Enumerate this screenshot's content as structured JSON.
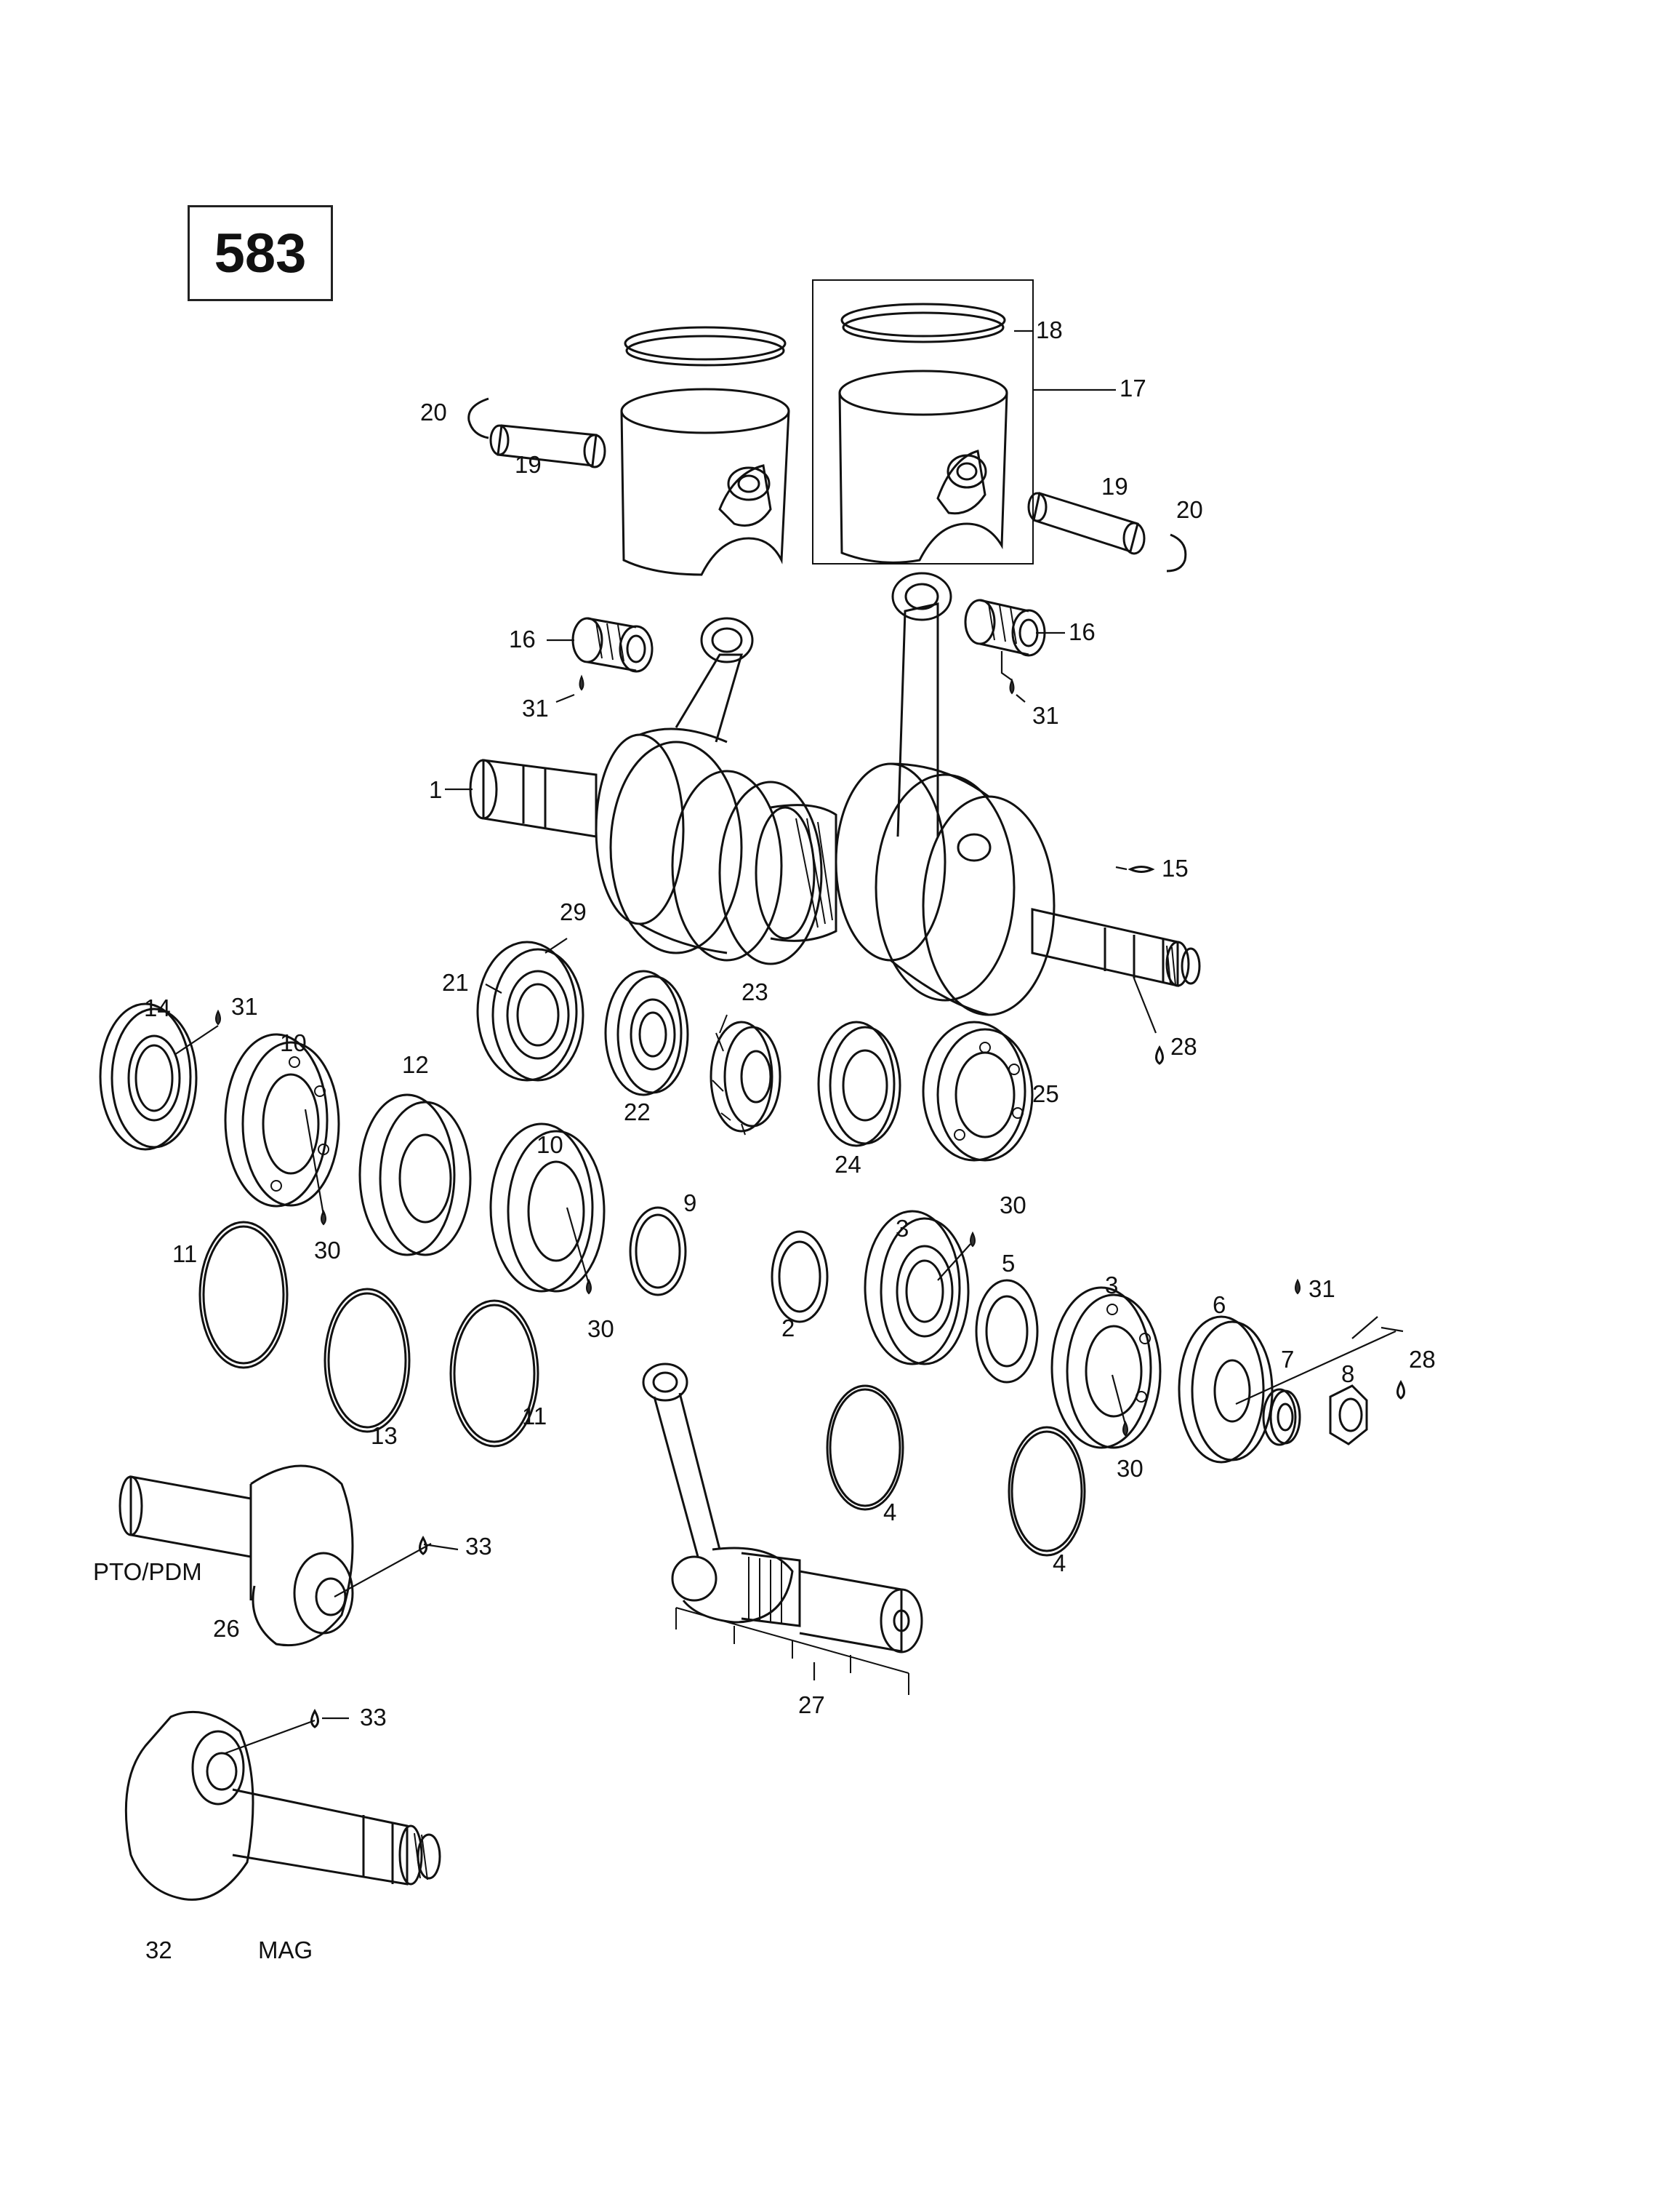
{
  "diagram_number": "583",
  "callouts": {
    "c1": "1",
    "c2": "2",
    "c3a": "3",
    "c3b": "3",
    "c4a": "4",
    "c4b": "4",
    "c5": "5",
    "c6": "6",
    "c7": "7",
    "c8": "8",
    "c9": "9",
    "c10a": "10",
    "c10b": "10",
    "c11a": "11",
    "c11b": "11",
    "c12": "12",
    "c13": "13",
    "c14": "14",
    "c15": "15",
    "c16a": "16",
    "c16b": "16",
    "c17": "17",
    "c18": "18",
    "c19a": "19",
    "c19b": "19",
    "c20a": "20",
    "c20b": "20",
    "c21": "21",
    "c22": "22",
    "c23": "23",
    "c24": "24",
    "c25": "25",
    "c26": "26",
    "c27": "27",
    "c28a": "28",
    "c28b": "28",
    "c29": "29",
    "c30a": "30",
    "c30b": "30",
    "c30c": "30",
    "c30d": "30",
    "c31a": "31",
    "c31b": "31",
    "c31c": "31",
    "c31d": "31",
    "c32": "32",
    "c33a": "33",
    "c33b": "33"
  },
  "side_labels": {
    "pto": "PTO/PDM",
    "mag": "MAG"
  }
}
